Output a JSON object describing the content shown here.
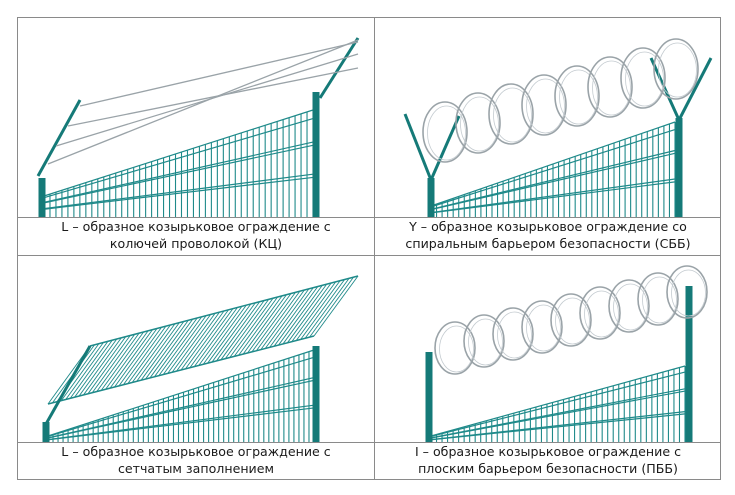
{
  "panels": [
    {
      "line1": "L – образное козырьковое ограждение с",
      "line2": "колючей проволокой (КЦ)"
    },
    {
      "line1": "Y – образное козырьковое ограждение со",
      "line2": "спиральным барьером безопасности (СББ)"
    },
    {
      "line1": "L – образное козырьковое ограждение с",
      "line2": "сетчатым заполнением"
    },
    {
      "line1": "I – образное козырьковое ограждение с",
      "line2": "плоским барьером безопасности (ПББ)"
    }
  ],
  "colors": {
    "fence": "#1f8a8a",
    "post": "#157a78",
    "wire": "#9aa3a8",
    "border": "#8a8a8a"
  }
}
